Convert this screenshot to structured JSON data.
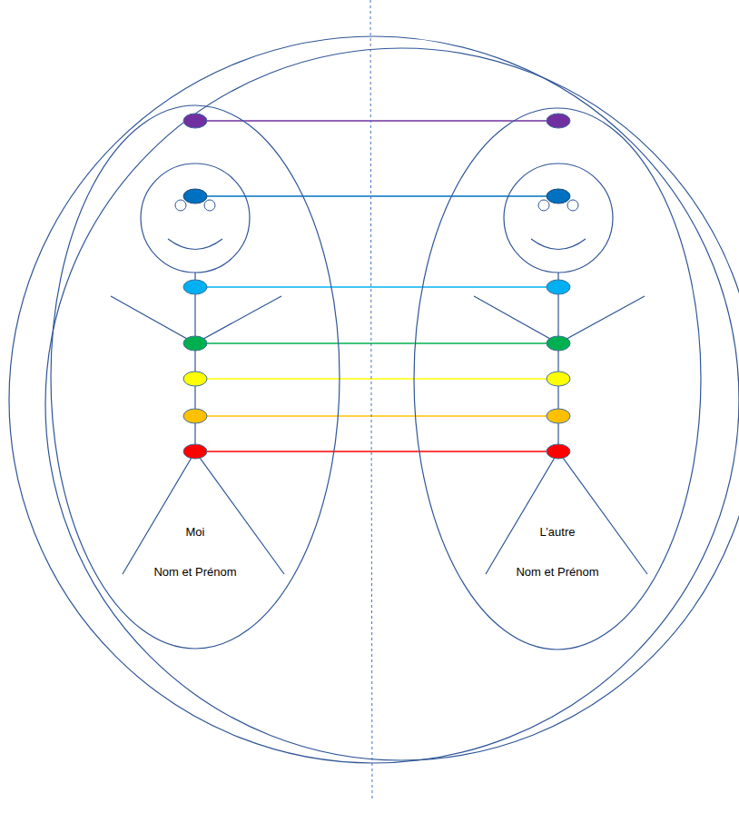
{
  "diagram": {
    "nodes": [
      {
        "text": [
          "Moi",
          "Nom et Prénom"
        ]
      },
      {
        "text": [
          "L’autre",
          "Nom et Prénom"
        ]
      }
    ],
    "edges": [
      {
        "from": 0,
        "to": 1,
        "arrow": "none"
      },
      {
        "from": 0,
        "to": 1,
        "arrow": "none"
      },
      {
        "from": 0,
        "to": 1,
        "arrow": "none"
      },
      {
        "from": 0,
        "to": 1,
        "arrow": "none"
      },
      {
        "from": 0,
        "to": 1,
        "arrow": "none"
      },
      {
        "from": 0,
        "to": 1,
        "arrow": "none"
      },
      {
        "from": 0,
        "to": 1,
        "arrow": "none"
      }
    ]
  }
}
